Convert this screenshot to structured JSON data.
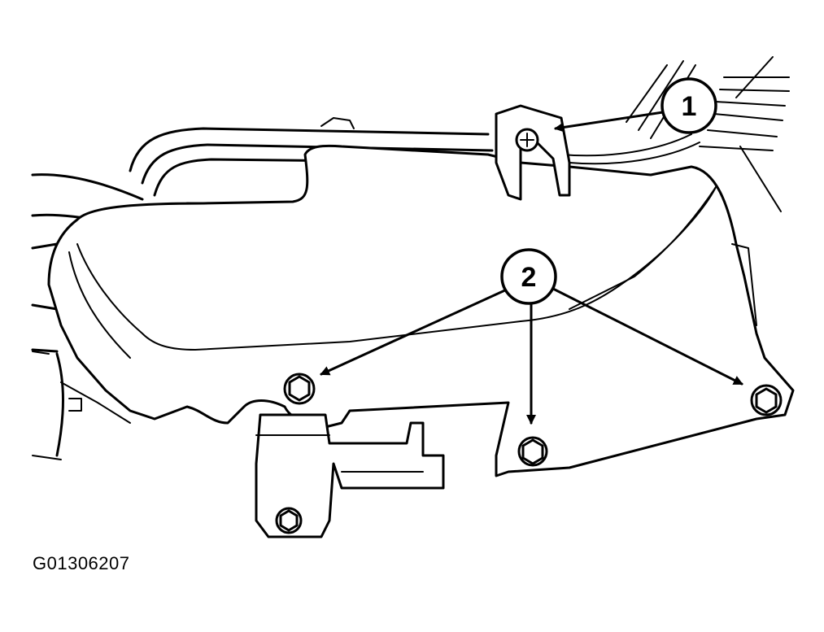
{
  "figure": {
    "id": "G01306207",
    "callouts": [
      {
        "number": "1"
      },
      {
        "number": "2"
      }
    ]
  }
}
